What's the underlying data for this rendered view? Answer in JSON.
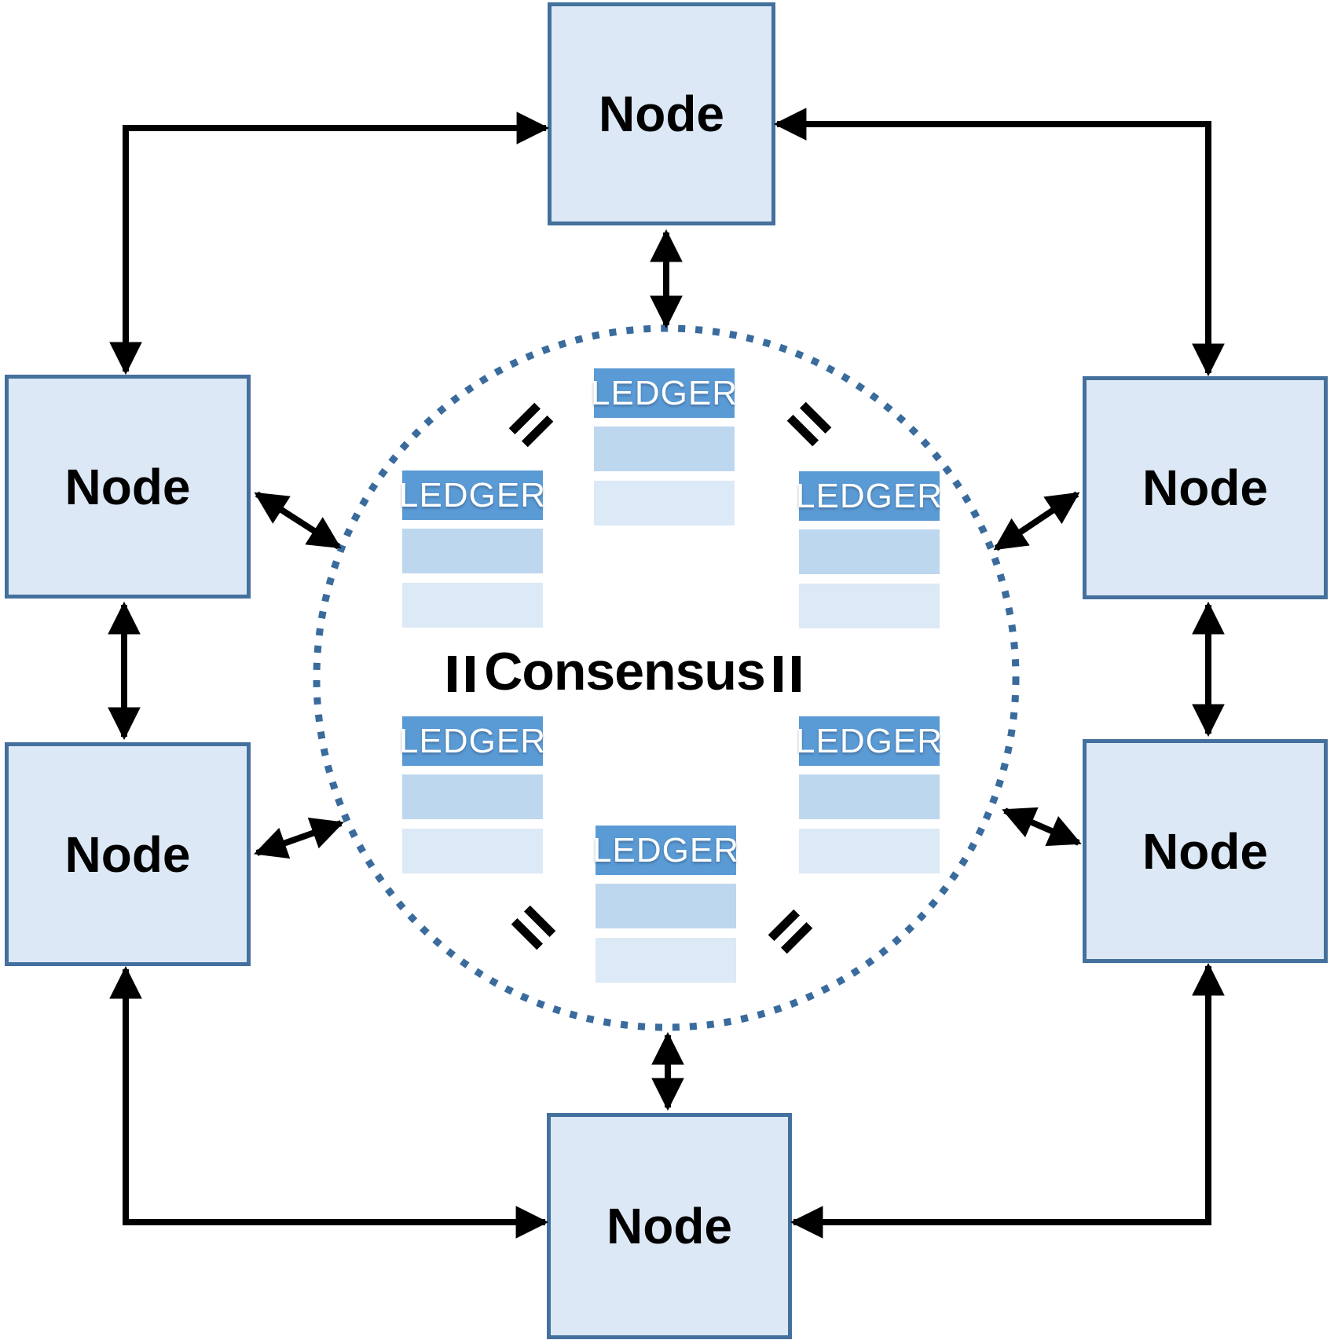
{
  "nodes": [
    {
      "id": "top",
      "label": "Node"
    },
    {
      "id": "left-upper",
      "label": "Node"
    },
    {
      "id": "right-upper",
      "label": "Node"
    },
    {
      "id": "left-lower",
      "label": "Node"
    },
    {
      "id": "right-lower",
      "label": "Node"
    },
    {
      "id": "bottom",
      "label": "Node"
    }
  ],
  "consensus": {
    "label": "Consensus"
  },
  "ledgers": [
    {
      "id": "top",
      "label": "LEDGER"
    },
    {
      "id": "left-upper",
      "label": "LEDGER"
    },
    {
      "id": "right-upper",
      "label": "LEDGER"
    },
    {
      "id": "left-lower",
      "label": "LEDGER"
    },
    {
      "id": "right-lower",
      "label": "LEDGER"
    },
    {
      "id": "bottom",
      "label": "LEDGER"
    }
  ],
  "icons": {
    "equals-icon": "="
  },
  "colors": {
    "node_fill": "#dce8f5",
    "node_border": "#44709d",
    "ledger_header": "#5b9bd5",
    "ledger_row_1": "#bdd7ee",
    "ledger_row_2": "#dce9f6",
    "circle_dots": "#3a6b9d",
    "arrow": "#000000",
    "text": "#000000"
  }
}
